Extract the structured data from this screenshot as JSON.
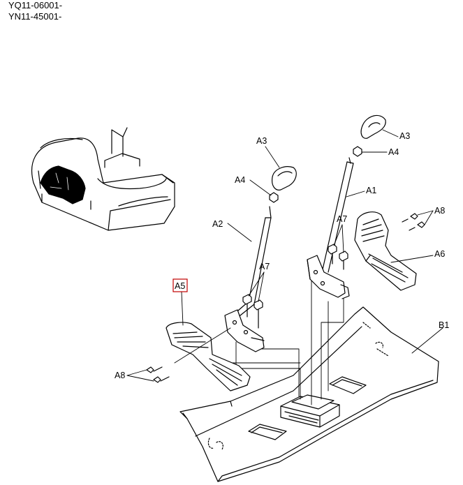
{
  "serial_ranges": [
    "YQ11-06001-",
    "YN11-45001-"
  ],
  "callouts": {
    "a1": "A1",
    "a2": "A2",
    "a3_right": "A3",
    "a3_left": "A3",
    "a4_right": "A4",
    "a4_left": "A4",
    "a5": "A5",
    "a6": "A6",
    "a7_right": "A7",
    "a7_left": "A7",
    "a8_right": "A8",
    "a8_left": "A8",
    "b1": "B1"
  },
  "colors": {
    "line": "#000000",
    "highlight_box": "#c00000",
    "fill": "#ffffff"
  }
}
